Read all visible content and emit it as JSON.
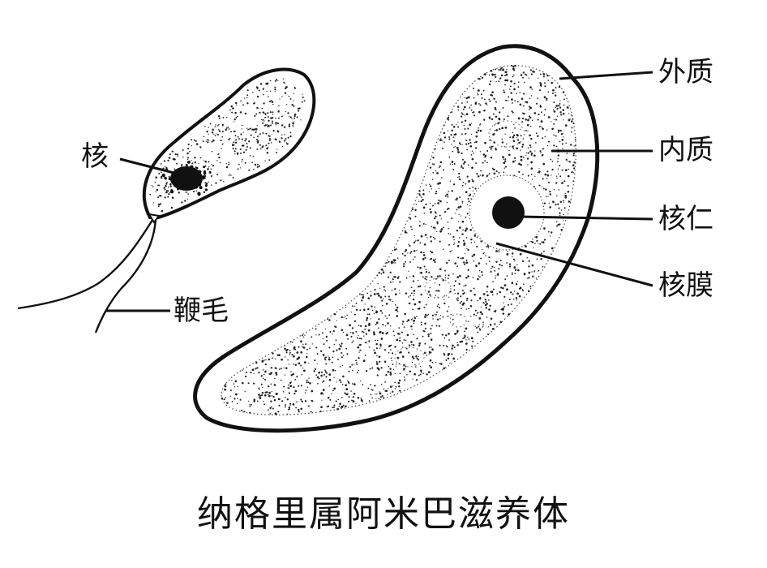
{
  "labels": {
    "nucleus": "核",
    "flagellum": "鞭毛",
    "ectoplasm": "外质",
    "endoplasm": "内质",
    "nucleolus": "核仁",
    "nuclear_membrane": "核膜"
  },
  "caption": "纳格里属阿米巴滋养体",
  "colors": {
    "ink": "#111111",
    "background": "#ffffff"
  }
}
